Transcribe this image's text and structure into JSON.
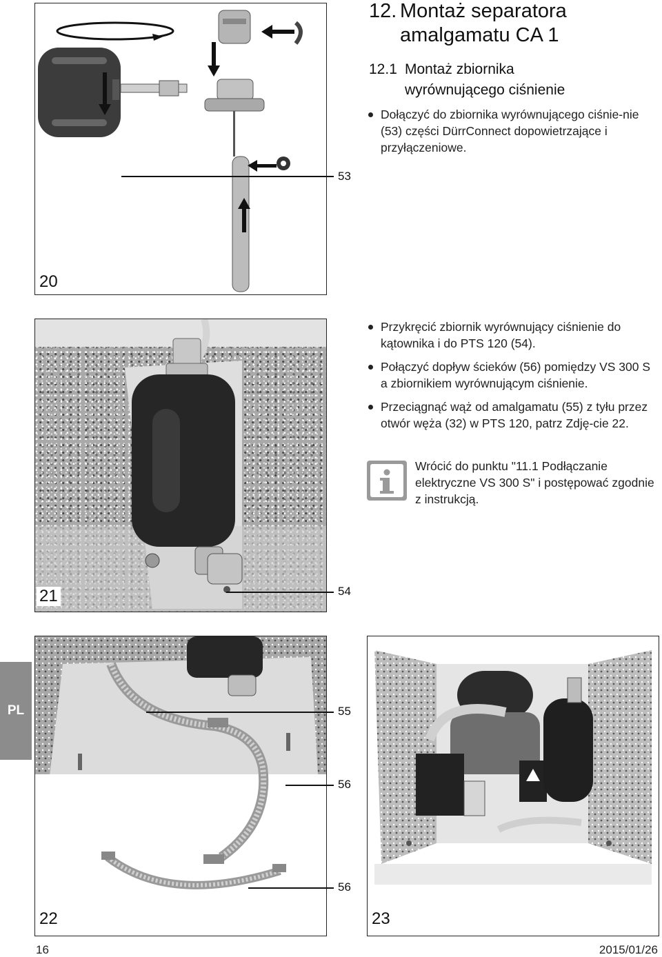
{
  "heading": {
    "number": "12.",
    "title_line1": "Montaż separatora",
    "title_line2": "amalgamatu CA 1"
  },
  "subheading": {
    "number": "12.1",
    "title_line1": "Montaż zbiornika",
    "title_line2": "wyrównującego ciśnienie"
  },
  "step1": {
    "bullets": [
      "Dołączyć do zbiornika wyrównującego ciśnie-nie (53) części DürrConnect dopowietrzające i przyłączeniowe."
    ]
  },
  "step2": {
    "bullets": [
      "Przykręcić zbiornik wyrównujący ciśnienie do kątownika i do PTS 120 (54).",
      "Połączyć dopływ ścieków (56) pomiędzy VS 300 S a zbiornikiem wyrównującym ciśnienie.",
      "Przeciągnąć wąż od amalgamatu (55) z tyłu przez otwór węża (32) w PTS 120, patrz Zdję-cie 22."
    ]
  },
  "info_note": {
    "icon": "info-icon",
    "text": "Wrócić do punktu \"11.1 Podłączanie elektryczne VS 300 S\" i postępować zgodnie z instrukcją."
  },
  "figures": {
    "fig20": {
      "number": "20",
      "callouts": [
        "53"
      ]
    },
    "fig21": {
      "number": "21",
      "callouts": [
        "54"
      ]
    },
    "fig22": {
      "number": "22",
      "callouts": [
        "55",
        "56",
        "56"
      ]
    },
    "fig23": {
      "number": "23"
    }
  },
  "side_tab": {
    "label": "PL"
  },
  "footer": {
    "page_number": "16",
    "date": "2015/01/26"
  },
  "colors": {
    "tab": "#8c8c8c",
    "info_icon": "#9a9a9a"
  }
}
